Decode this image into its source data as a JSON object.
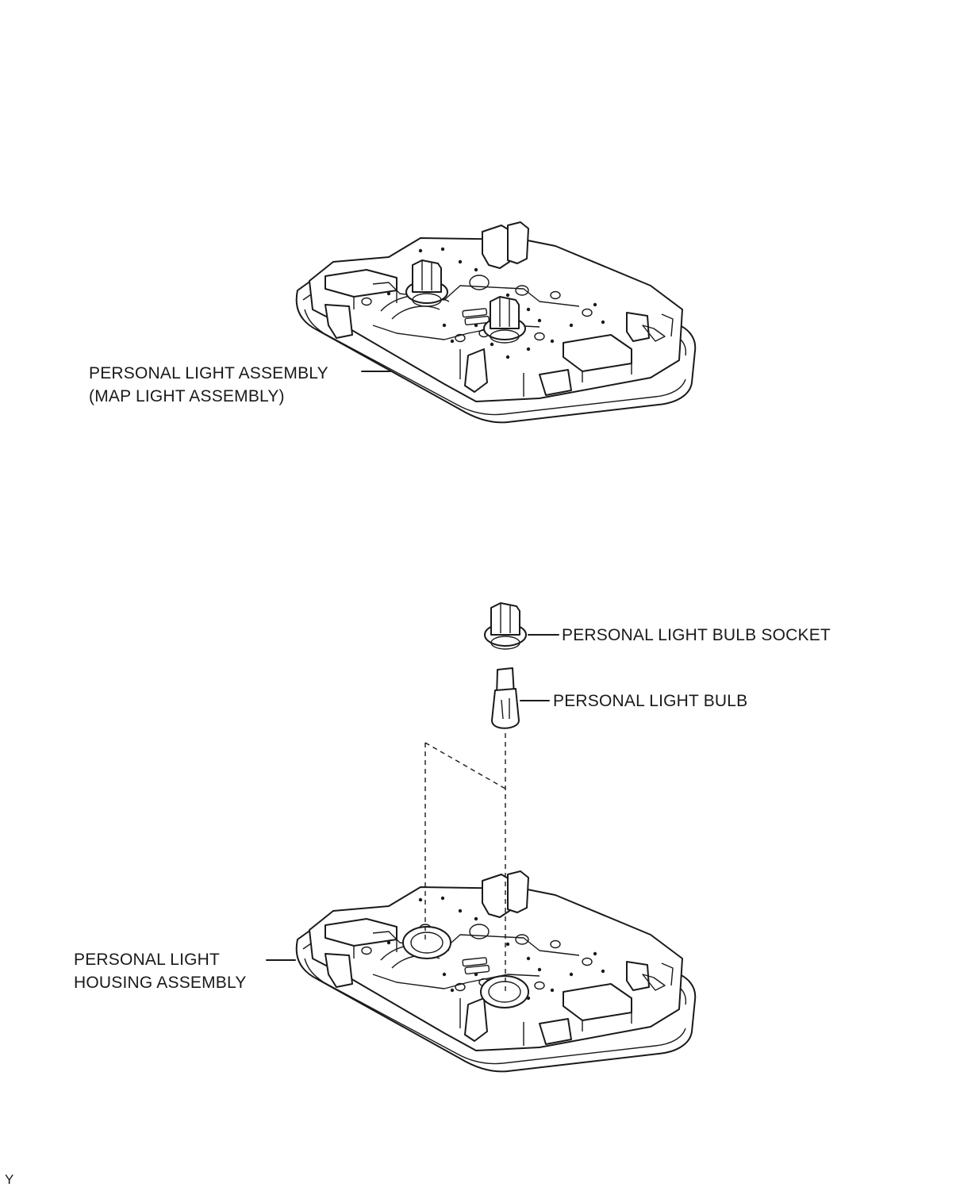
{
  "labels": {
    "assembly_line1": "PERSONAL LIGHT ASSEMBLY",
    "assembly_line2": "(MAP LIGHT ASSEMBLY)",
    "bulb_socket": "PERSONAL LIGHT BULB SOCKET",
    "bulb": "PERSONAL LIGHT BULB",
    "housing_line1": "PERSONAL LIGHT",
    "housing_line2": "HOUSING ASSEMBLY"
  },
  "corner_mark": "Y"
}
